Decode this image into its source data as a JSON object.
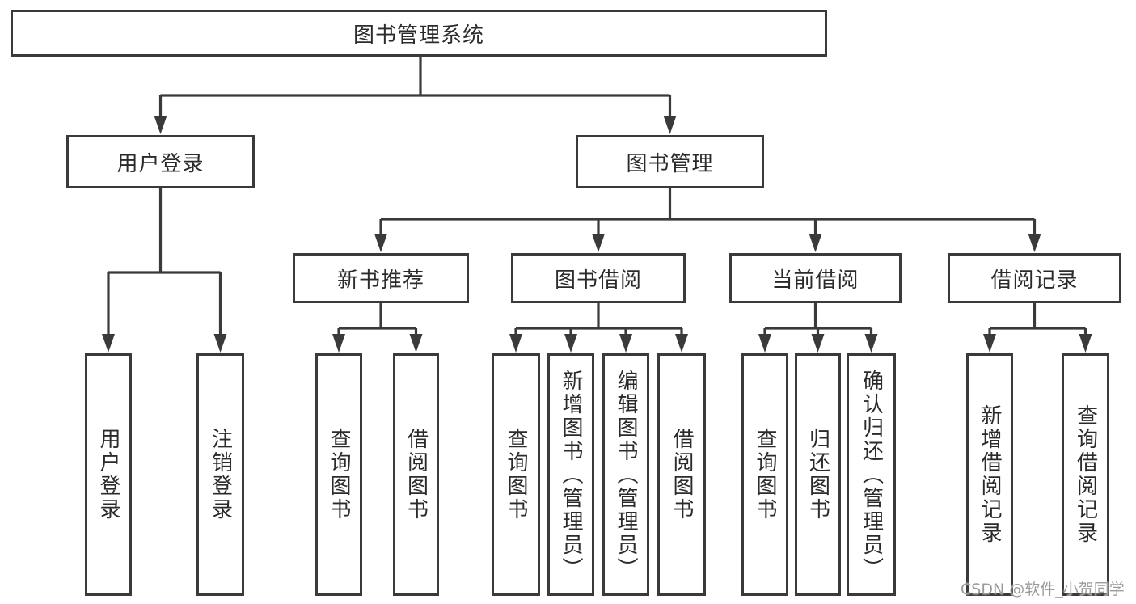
{
  "diagram": {
    "root": "图书管理系统",
    "branches": {
      "user_login": {
        "label": "用户登录",
        "children": [
          "用户登录",
          "注销登录"
        ]
      },
      "book_mgmt": {
        "label": "图书管理"
      },
      "new_book": {
        "label": "新书推荐",
        "children": [
          "查询图书",
          "借阅图书"
        ]
      },
      "book_borrow": {
        "label": "图书借阅",
        "children": [
          "查询图书",
          "新增图书（管理员）",
          "编辑图书（管理员）",
          "借阅图书"
        ]
      },
      "current_borrow": {
        "label": "当前借阅",
        "children": [
          "查询图书",
          "归还图书",
          "确认归还（管理员）"
        ]
      },
      "borrow_record": {
        "label": "借阅记录",
        "children": [
          "新增借阅记录",
          "查询借阅记录"
        ]
      }
    },
    "watermark": "CSDN @软件_小贺同学",
    "colors": {
      "line": "#3a3a3a",
      "text": "#2b2b2b",
      "watermark": "#9b9b9b",
      "background": "#ffffff"
    }
  }
}
